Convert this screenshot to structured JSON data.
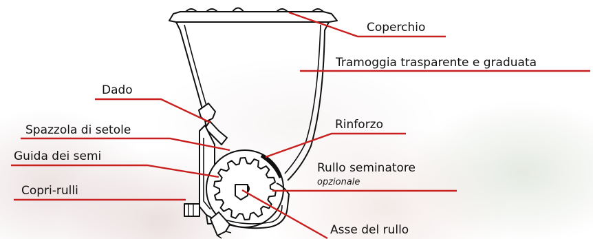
{
  "labels": {
    "coperchio": "Coperchio",
    "tramoggia": "Tramoggia trasparente e graduata",
    "dado": "Dado",
    "spazzola": "Spazzola di setole",
    "rinforzo": "Rinforzo",
    "guida": "Guida dei semi",
    "rullo": "Rullo seminatore",
    "rullo_note": "opzionale",
    "copri_rulli": "Copri-rulli",
    "asse": "Asse del rullo"
  },
  "colors": {
    "leader": "#c8201e",
    "outline": "#111111"
  }
}
